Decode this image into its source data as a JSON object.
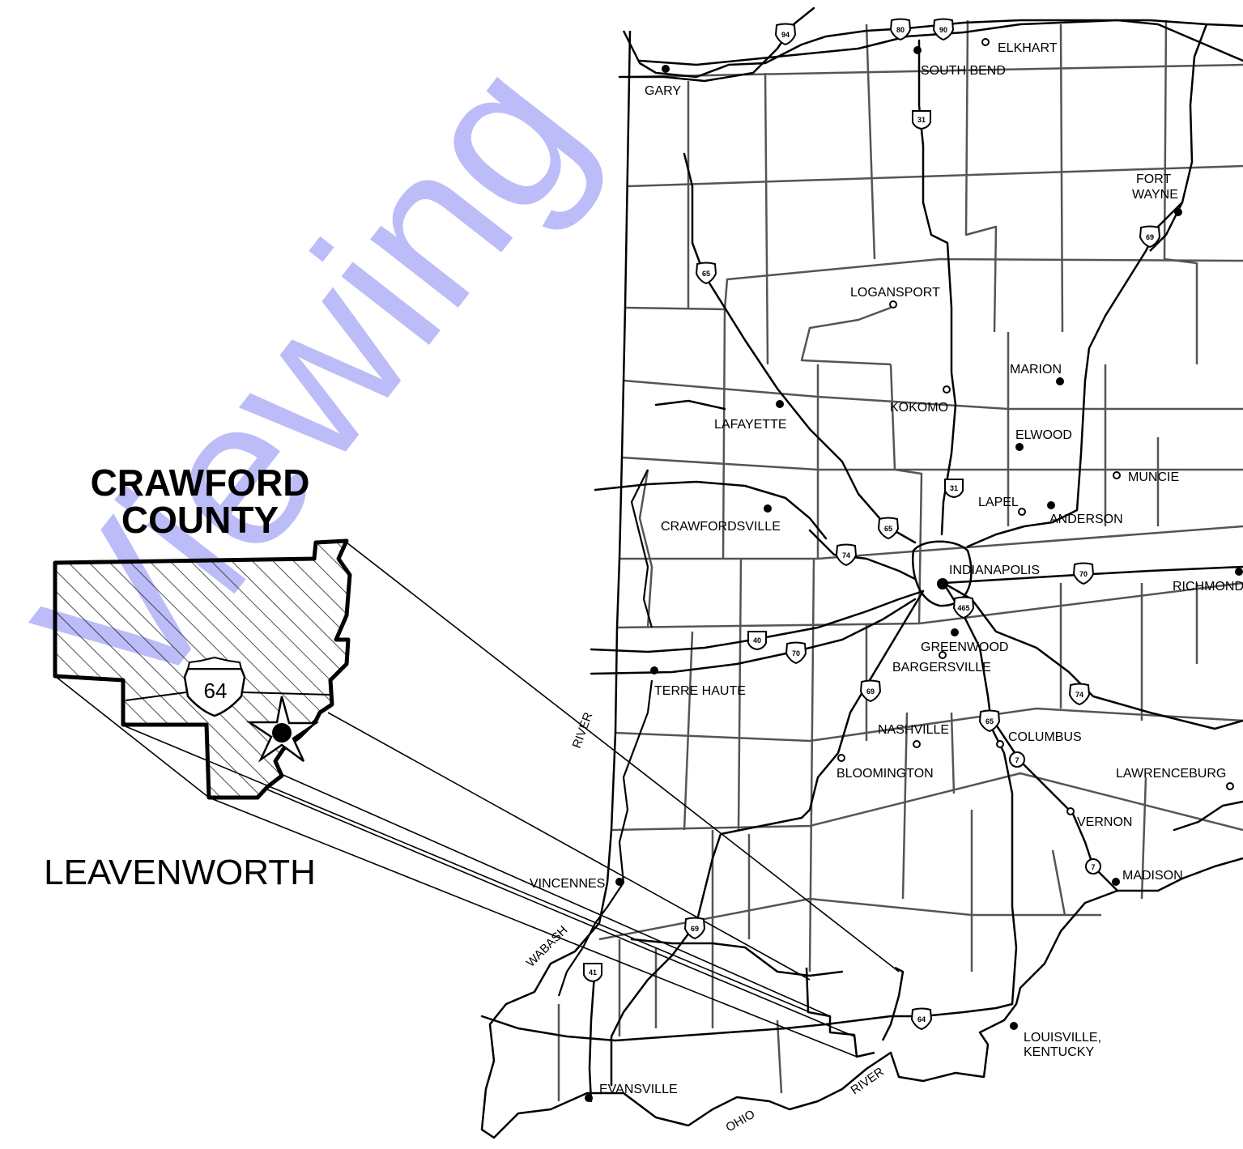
{
  "inset": {
    "title_line1": "CRAWFORD",
    "title_line2": "COUNTY",
    "town": "LEAVENWORTH",
    "route": "64"
  },
  "watermark": "Viewing",
  "cities": [
    {
      "key": "elkhart",
      "label": "ELKHART",
      "marker": "open"
    },
    {
      "key": "southbend",
      "label": "SOUTH BEND",
      "marker": "filled"
    },
    {
      "key": "gary",
      "label": "GARY",
      "marker": "filled"
    },
    {
      "key": "fortwayne1",
      "label": "FORT",
      "marker": "none"
    },
    {
      "key": "fortwayne2",
      "label": "WAYNE",
      "marker": "filled"
    },
    {
      "key": "logansport",
      "label": "LOGANSPORT",
      "marker": "open"
    },
    {
      "key": "marion",
      "label": "MARION",
      "marker": "filled"
    },
    {
      "key": "kokomo",
      "label": "KOKOMO",
      "marker": "open"
    },
    {
      "key": "lafayette",
      "label": "LAFAYETTE",
      "marker": "filled"
    },
    {
      "key": "elwood",
      "label": "ELWOOD",
      "marker": "filled"
    },
    {
      "key": "muncie",
      "label": "MUNCIE",
      "marker": "open"
    },
    {
      "key": "lapel",
      "label": "LAPEL",
      "marker": "open"
    },
    {
      "key": "anderson",
      "label": "ANDERSON",
      "marker": "filled"
    },
    {
      "key": "crawfordsville",
      "label": "CRAWFORDSVILLE",
      "marker": "filled"
    },
    {
      "key": "indianapolis",
      "label": "INDIANAPOLIS",
      "marker": "filled"
    },
    {
      "key": "richmond",
      "label": "RICHMOND",
      "marker": "filled"
    },
    {
      "key": "greenwood",
      "label": "GREENWOOD",
      "marker": "filled"
    },
    {
      "key": "bargersville",
      "label": "BARGERSVILLE",
      "marker": "open"
    },
    {
      "key": "terrehaute",
      "label": "TERRE HAUTE",
      "marker": "filled"
    },
    {
      "key": "nashville",
      "label": "NASHVILLE",
      "marker": "open"
    },
    {
      "key": "columbus",
      "label": "COLUMBUS",
      "marker": "open"
    },
    {
      "key": "bloomington",
      "label": "BLOOMINGTON",
      "marker": "open"
    },
    {
      "key": "lawrenceburg",
      "label": "LAWRENCEBURG",
      "marker": "open"
    },
    {
      "key": "vernon",
      "label": "VERNON",
      "marker": "open"
    },
    {
      "key": "madison",
      "label": "MADISON",
      "marker": "filled"
    },
    {
      "key": "vincennes",
      "label": "VINCENNES",
      "marker": "filled"
    },
    {
      "key": "louisville1",
      "label": "LOUISVILLE,",
      "marker": "filled"
    },
    {
      "key": "louisville2",
      "label": "KENTUCKY",
      "marker": "none"
    },
    {
      "key": "evansville",
      "label": "EVANSVILLE",
      "marker": "filled"
    }
  ],
  "rivers": [
    {
      "key": "river_w",
      "label": "RIVER"
    },
    {
      "key": "wabash",
      "label": "WABASH"
    },
    {
      "key": "ohio",
      "label": "OHIO"
    },
    {
      "key": "river_s",
      "label": "RIVER"
    }
  ],
  "shields": [
    "94",
    "80",
    "90",
    "31",
    "65",
    "69",
    "465",
    "70",
    "74",
    "40",
    "70",
    "69",
    "74",
    "65",
    "7",
    "7",
    "69",
    "41",
    "64",
    "31",
    "65"
  ]
}
